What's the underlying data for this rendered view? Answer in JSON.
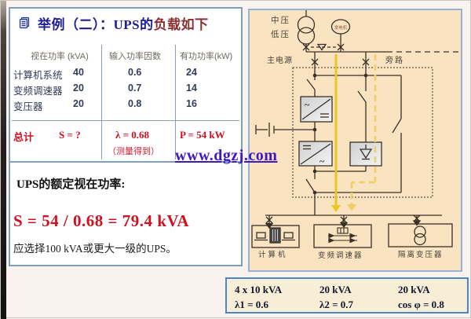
{
  "watermark": "www.dgzj.com",
  "title": {
    "part_navy": "举例（二）：UPS的",
    "part_red": "负载如下"
  },
  "load_table": {
    "headers": [
      "视在功率 (kVA)",
      "输入功率因数",
      "有功功率(kW)"
    ],
    "rows": [
      {
        "label": "计算机系统",
        "kva": "40",
        "pf": "0.6",
        "kw": "24"
      },
      {
        "label": "变频调速器",
        "kva": "20",
        "pf": "0.7",
        "kw": "14"
      },
      {
        "label": "变压器",
        "kva": "20",
        "pf": "0.8",
        "kw": "16"
      }
    ],
    "total": {
      "label": "总计",
      "s": "S = ?",
      "lambda": "λ = 0.68",
      "lambda_note": "（测量得到）",
      "p": "P = 54 kW"
    }
  },
  "result": {
    "heading": "UPS的额定视在功率:",
    "formula": "S = 54 / 0.68 = 79.4 kVA",
    "note": "应选择100 kVA或更大一级的UPS。"
  },
  "diagram": {
    "labels": {
      "medium_voltage": "中压",
      "low_voltage": "低压",
      "main_source": "主电源",
      "bypass": "旁路",
      "generator": "发电机",
      "computer": "计算机",
      "vfd": "变频调速器",
      "isolation_transformer": "隔离变压器"
    },
    "symbols": {
      "ac": "~"
    }
  },
  "spec_table": {
    "columns": [
      {
        "line1": "4 x 10 kVA",
        "line2": "λ1 = 0.6"
      },
      {
        "line1": "20 kVA",
        "line2": "λ2 = 0.7"
      },
      {
        "line1": "20 kVA",
        "line2": "cos φ = 0.8"
      }
    ]
  },
  "colors": {
    "panel_border": "#7e9fc2",
    "circuit_bg": "#f9e3c0",
    "red": "#cc1122",
    "navy": "#1d1d96",
    "title_red": "#8b3030",
    "watermark": "#3d18c3",
    "flow_yellow": "#e9c71f"
  }
}
